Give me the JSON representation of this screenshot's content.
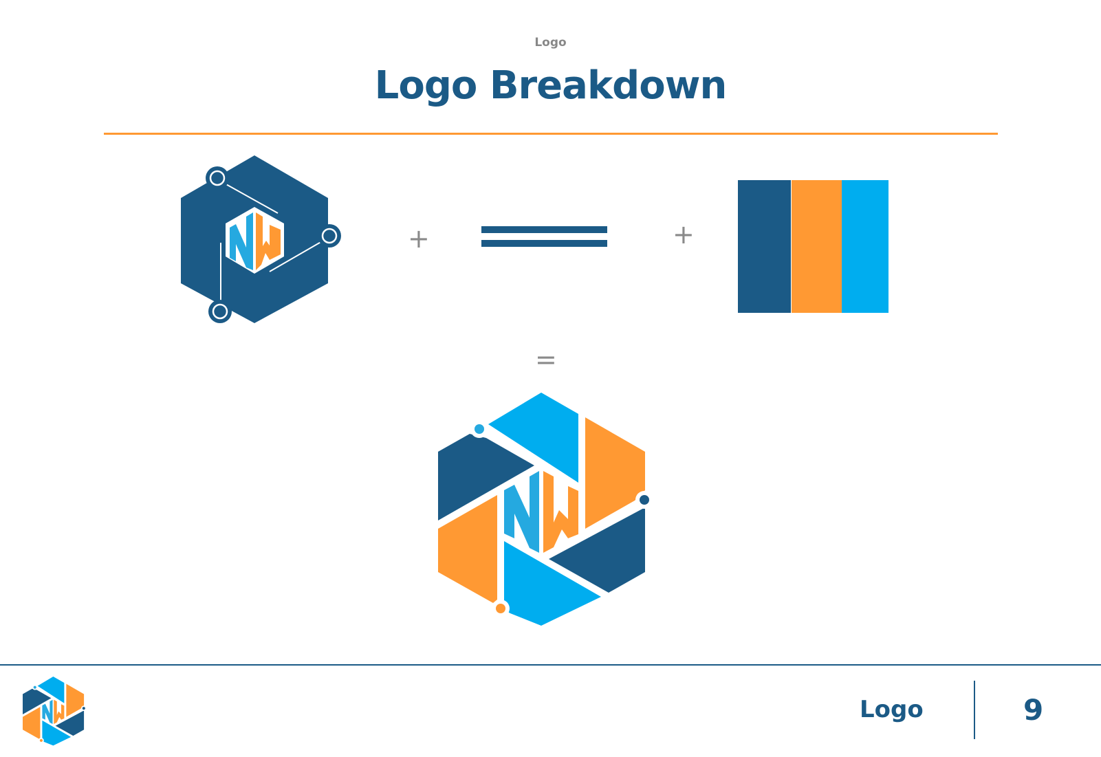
{
  "header": {
    "kicker": "Logo",
    "title": "Logo Breakdown"
  },
  "breakdown": {
    "plus": "+",
    "equals": "="
  },
  "palette": {
    "colors": [
      "#1b5a86",
      "#ff9933",
      "#00adef"
    ]
  },
  "logo_text": "NW",
  "footer": {
    "section_label": "Logo",
    "page_number": "9"
  }
}
